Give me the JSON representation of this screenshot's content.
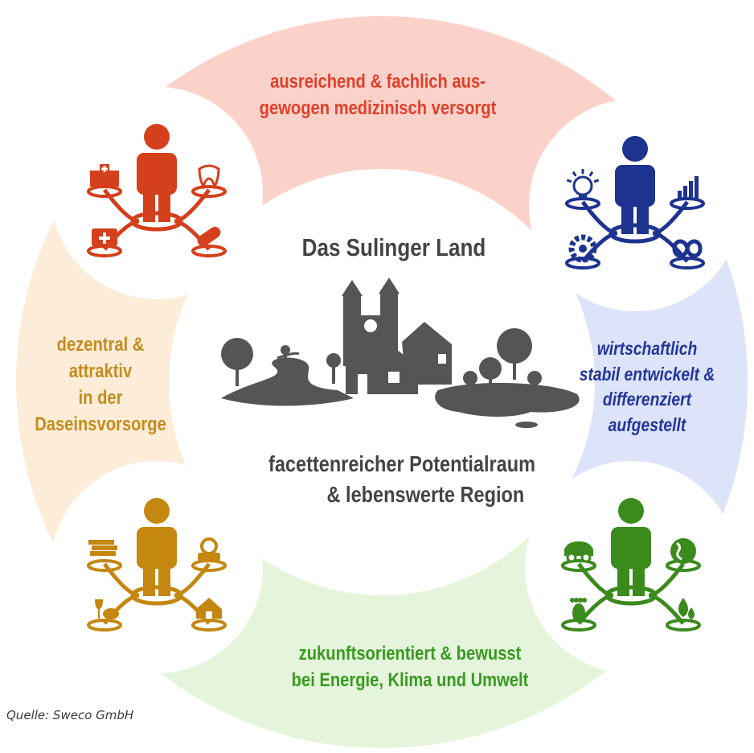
{
  "center": {
    "title": "Das Sulinger Land",
    "subtitle_lines": [
      "facettenreicher Potentialraum",
      "& lebenswerte Region"
    ]
  },
  "segments": {
    "top": {
      "lines": [
        "ausreichend &  fachlich aus-",
        "gewogen medizinisch versorgt"
      ],
      "color": "#e0402a",
      "fill": "#fbd2ca"
    },
    "right": {
      "lines": [
        "wirtschaftlich",
        "stabil entwickelt &",
        "differenziert",
        "aufgestellt"
      ],
      "color": "#22369a",
      "fill": "#dde3f8"
    },
    "bottom": {
      "lines": [
        "zukunftsorientiert & bewusst",
        "bei Energie, Klima und Umwelt"
      ],
      "color": "#3a9a20",
      "fill": "#e4f5dc"
    },
    "left": {
      "lines": [
        "dezentral &",
        "attraktiv",
        "in der",
        "Daseinsvorsorge"
      ],
      "color": "#c48c1c",
      "fill": "#fcecd8"
    }
  },
  "nodes": [
    {
      "id": "health",
      "color": "#d43f1c",
      "icons": [
        "hospital-icon",
        "tooth-icon",
        "first-aid-kit-icon",
        "pill-icon"
      ]
    },
    {
      "id": "economy",
      "color": "#1e3390",
      "icons": [
        "lightbulb-icon",
        "bar-chart-icon",
        "gear-icon",
        "infinity-icon"
      ]
    },
    {
      "id": "environment",
      "color": "#3a8a1c",
      "icons": [
        "electric-car-icon",
        "globe-icon",
        "footprint-icon",
        "water-drop-icon"
      ]
    },
    {
      "id": "services",
      "color": "#c4870f",
      "icons": [
        "books-icon",
        "coins-icon",
        "wine-bread-icon",
        "house-icon"
      ]
    }
  ],
  "center_graphic": {
    "color": "#555555",
    "icon": "village-church-icon"
  },
  "source": "Quelle: Sweco GmbH"
}
